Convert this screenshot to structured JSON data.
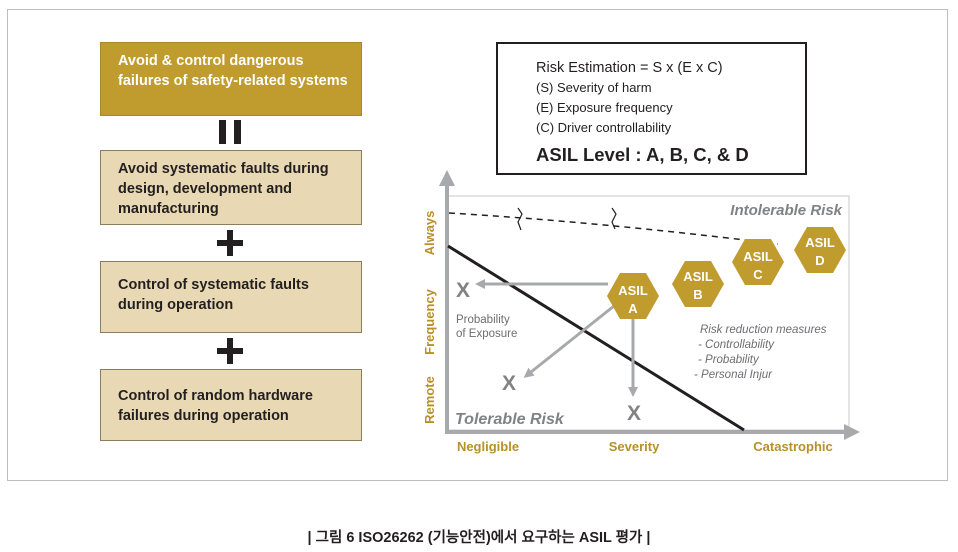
{
  "left_column": {
    "top_box": "Avoid & control dangerous failures of safety-related systems",
    "boxes": [
      "Avoid systematic faults during design, development and manufacturing",
      "Control of systematic faults during operation",
      "Control of random hardware failures during operation"
    ],
    "connector_icons": [
      "equals-sign",
      "plus-sign",
      "plus-sign"
    ]
  },
  "risk_box": {
    "formula": "Risk Estimation = S x (E x C)",
    "items": [
      "(S) Severity of harm",
      "(E) Exposure frequency",
      "(C) Driver controllability"
    ],
    "asil_level": "ASIL Level : A, B, C, & D"
  },
  "graph": {
    "y_labels": [
      "Always",
      "Frequency",
      "Remote"
    ],
    "x_labels": [
      "Negligible",
      "Severity",
      "Catastrophic"
    ],
    "intolerable_label": "Intolerable Risk",
    "tolerable_label": "Tolerable Risk",
    "probability_label_1": "Probability",
    "probability_label_2": "of Exposure",
    "measures_title": "Risk reduction measures",
    "measures": [
      "- Controllability",
      "- Probability",
      "- Personal Injur"
    ],
    "asil_badges": [
      {
        "line1": "ASIL",
        "line2": "A"
      },
      {
        "line1": "ASIL",
        "line2": "B"
      },
      {
        "line1": "ASIL",
        "line2": "C"
      },
      {
        "line1": "ASIL",
        "line2": "D"
      }
    ],
    "x_marker": "X",
    "colors": {
      "gold": "#c09b2e",
      "arrow_gray": "#a7a9ac",
      "text_gray": "#6d6e71",
      "axis_label_gold": "#b8902a"
    }
  },
  "caption": "| 그림 6  ISO26262 (기능안전)에서 요구하는 ASIL 평가 |"
}
